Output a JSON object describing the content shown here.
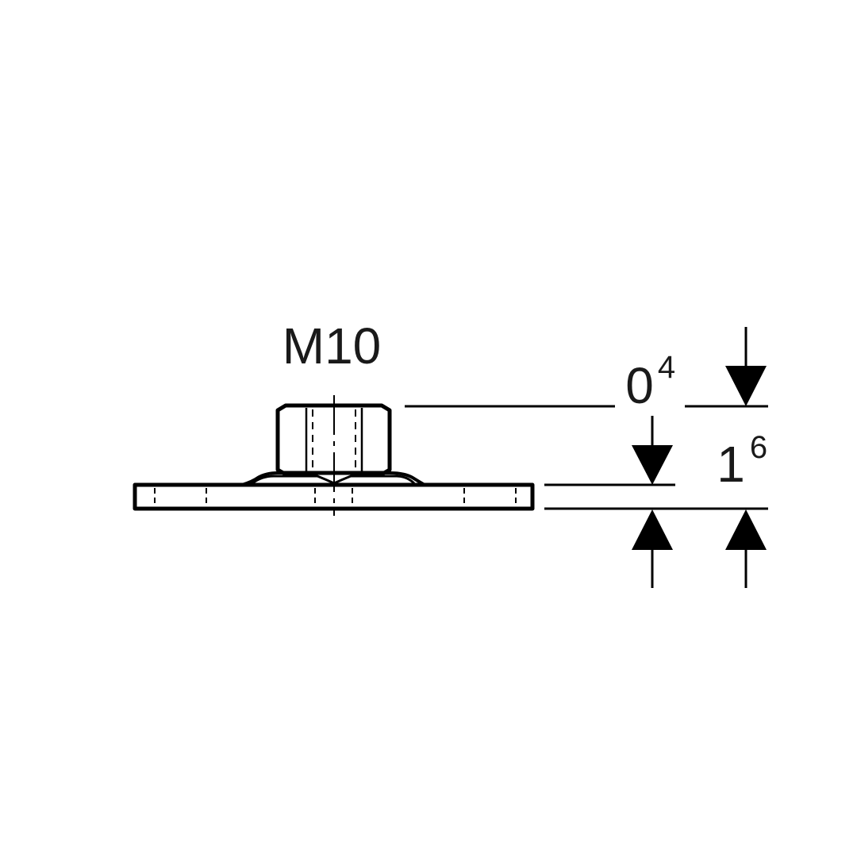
{
  "thread_label": "M10",
  "dimensions": {
    "top": {
      "main": "0",
      "sup": "4"
    },
    "thickness": {
      "main": "1",
      "sup": "6"
    }
  },
  "colors": {
    "line": "#000000",
    "background": "#ffffff"
  }
}
